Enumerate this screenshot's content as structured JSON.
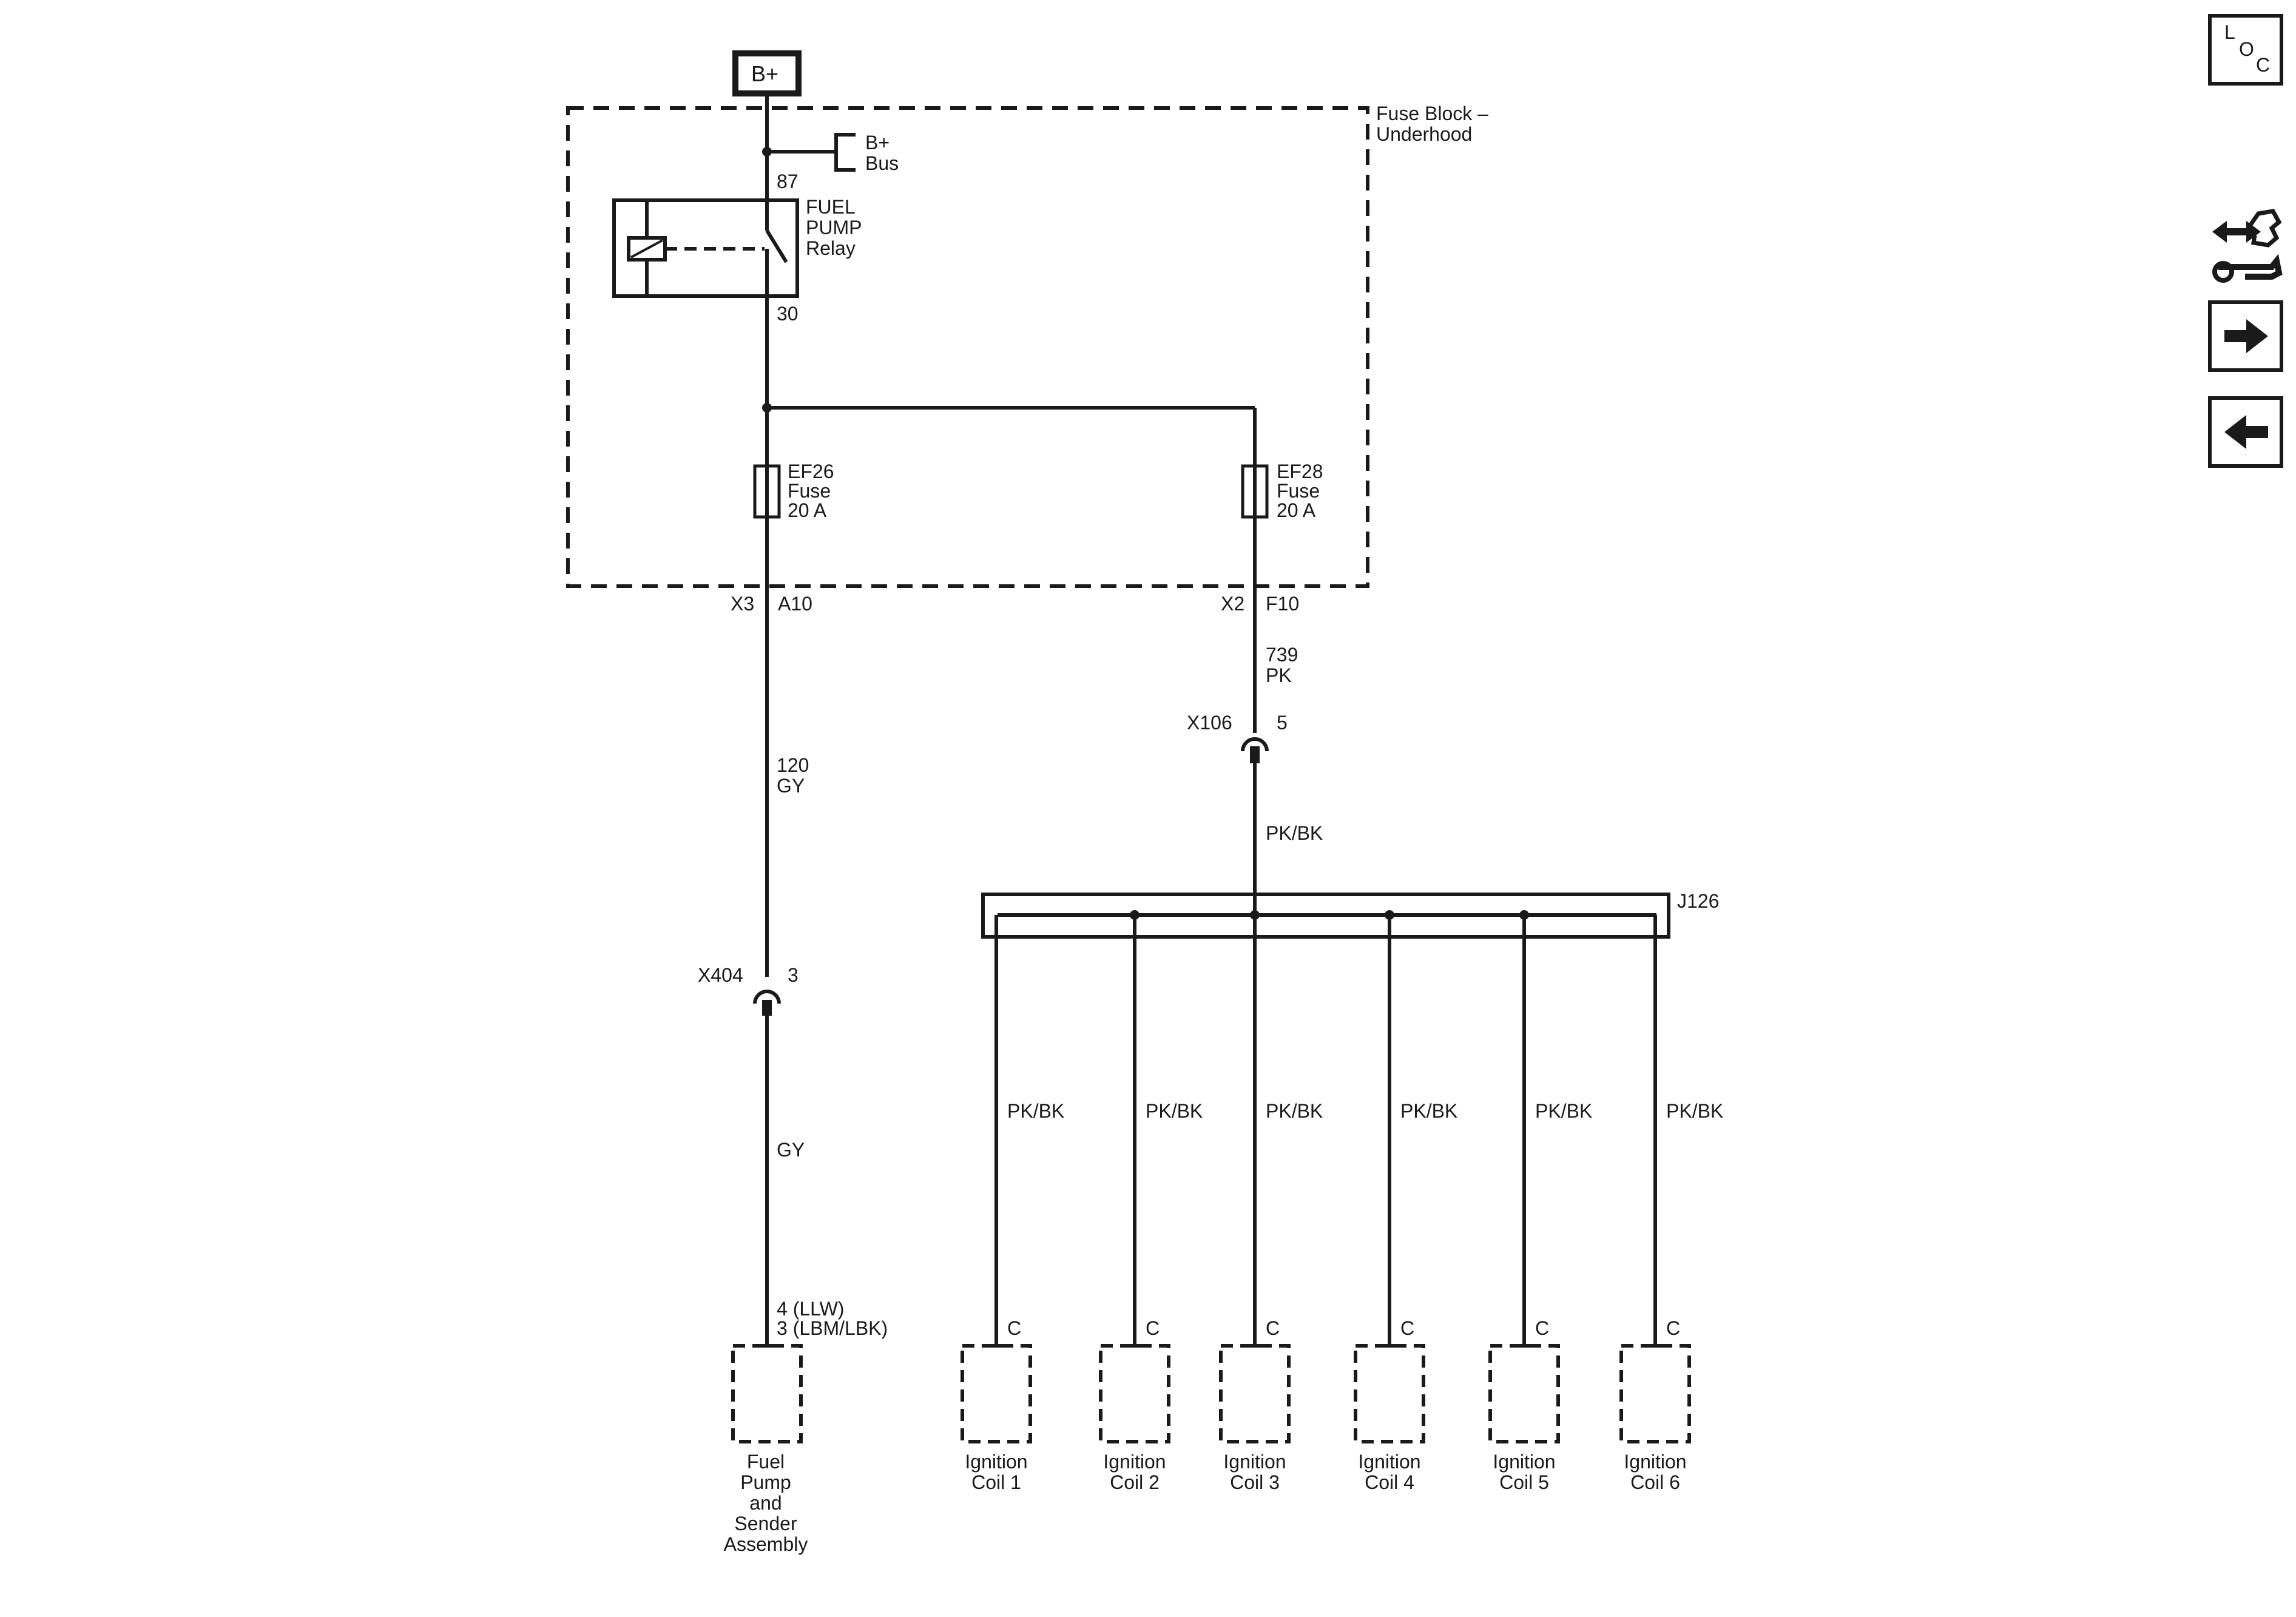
{
  "power": {
    "source": "B+",
    "bus_line1": "B+",
    "bus_line2": "Bus"
  },
  "fuse_block": {
    "label_line1": "Fuse Block –",
    "label_line2": "Underhood"
  },
  "relay": {
    "pin_top": "87",
    "pin_bottom": "30",
    "name_line1": "FUEL",
    "name_line2": "PUMP",
    "name_line3": "Relay"
  },
  "fuse_left": {
    "name": "EF26",
    "type": "Fuse",
    "rating": "20 A"
  },
  "fuse_right": {
    "name": "EF28",
    "type": "Fuse",
    "rating": "20 A"
  },
  "left_branch": {
    "connector": "X3",
    "pin": "A10",
    "circuit": "120",
    "color": "GY",
    "inline_connector": "X404",
    "inline_pin": "3",
    "color_after": "GY",
    "terminal_line1": "4 (LLW)",
    "terminal_line2": "3 (LBM/LBK)",
    "component_line1": "Fuel",
    "component_line2": "Pump",
    "component_line3": "and",
    "component_line4": "Sender",
    "component_line5": "Assembly"
  },
  "right_branch": {
    "connector": "X2",
    "pin": "F10",
    "circuit": "739",
    "color": "PK",
    "inline_connector": "X106",
    "inline_pin": "5",
    "color_after": "PK/BK",
    "splice": "J126"
  },
  "coils": [
    {
      "wire": "PK/BK",
      "terminal": "C",
      "line1": "Ignition",
      "line2": "Coil 1"
    },
    {
      "wire": "PK/BK",
      "terminal": "C",
      "line1": "Ignition",
      "line2": "Coil 2"
    },
    {
      "wire": "PK/BK",
      "terminal": "C",
      "line1": "Ignition",
      "line2": "Coil 3"
    },
    {
      "wire": "PK/BK",
      "terminal": "C",
      "line1": "Ignition",
      "line2": "Coil 4"
    },
    {
      "wire": "PK/BK",
      "terminal": "C",
      "line1": "Ignition",
      "line2": "Coil 5"
    },
    {
      "wire": "PK/BK",
      "terminal": "C",
      "line1": "Ignition",
      "line2": "Coil 6"
    }
  ],
  "nav": {
    "loc_l": "L",
    "loc_o": "O",
    "loc_c": "C",
    "connector_icon": "connector-wrench-icon",
    "next_icon": "arrow-right-icon",
    "prev_icon": "arrow-left-icon"
  }
}
